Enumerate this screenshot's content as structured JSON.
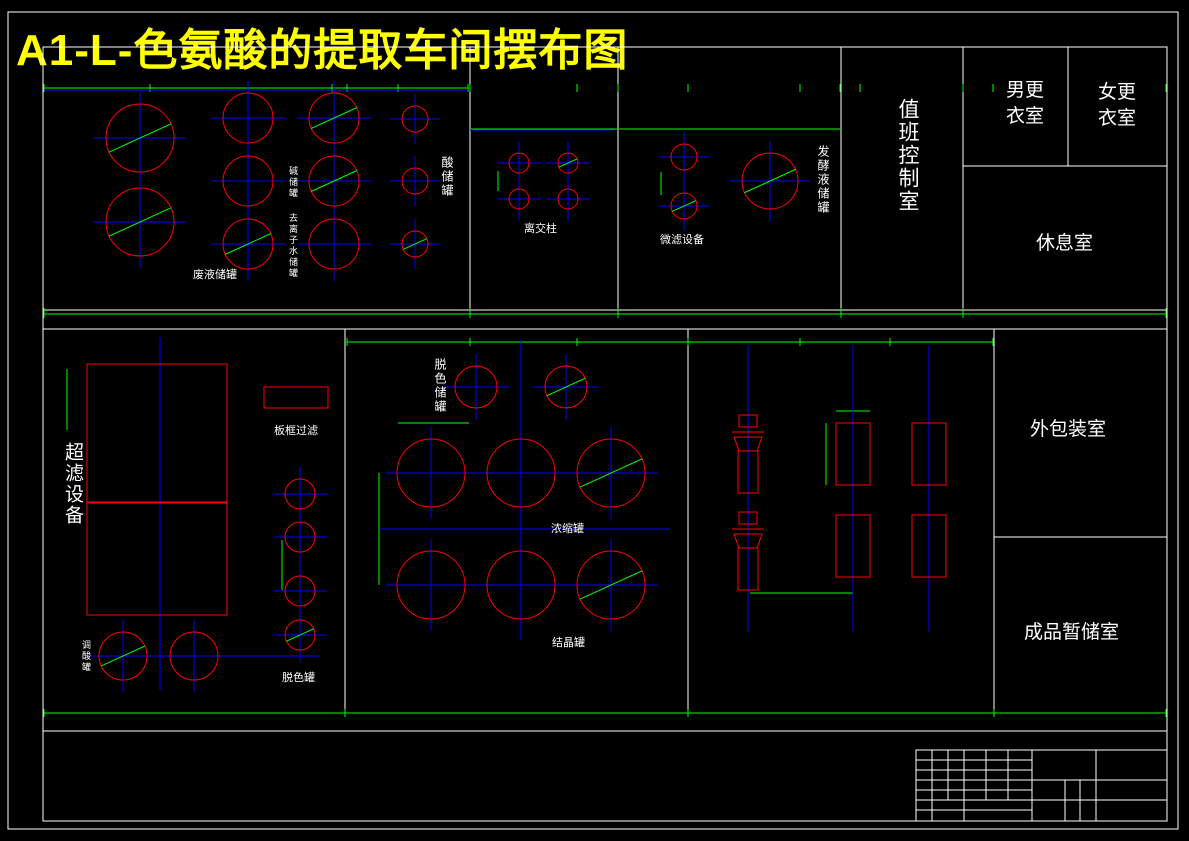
{
  "title": "A1-L-色氨酸的提取车间摆布图",
  "colors": {
    "frame": "#ffffff",
    "equipment": "#ff0000",
    "centerline": "#0000ff",
    "dimension": "#00ff00",
    "title": "#ffff00",
    "background": "#000000"
  },
  "rooms": {
    "duty_control": "值班控制室",
    "male_locker": "男更\n衣室",
    "female_locker": "女更\n衣室",
    "rest_room": "休息室",
    "outer_packing": "外包装室",
    "product_storage": "成品暂储室"
  },
  "equipment_labels": {
    "waste_tank": "废液储罐",
    "acid_tank": "酸储罐",
    "ion_exchange": "离交柱",
    "microfilter": "微滤设备",
    "ferment_tank": "发酵液储罐",
    "plate_filter": "板框过滤",
    "ultrafilter": "超滤设备",
    "decolor_storage": "脱色储罐",
    "concentrate_tank": "浓缩罐",
    "crystal_tank": "结晶罐",
    "adjust_acid_tank": "调酸罐",
    "decolor_tank": "脱色罐",
    "alkali_tank": "碱储罐",
    "deion_water_tank": "去离子水储罐"
  }
}
